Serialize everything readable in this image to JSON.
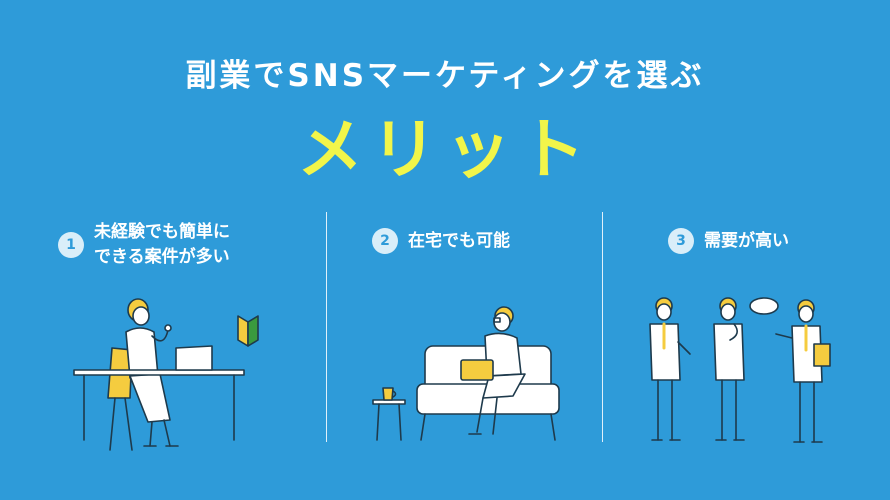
{
  "header": {
    "subtitle": "副業でSNSマーケティングを選ぶ",
    "title": "メリット"
  },
  "points": [
    {
      "number": "1",
      "line1": "未経験でも簡単に",
      "line2": "できる案件が多い"
    },
    {
      "number": "2",
      "line1": "在宅でも可能",
      "line2": ""
    },
    {
      "number": "3",
      "line1": "需要が高い",
      "line2": ""
    }
  ],
  "colors": {
    "background": "#2e9bd9",
    "accent": "#f2f54a",
    "figure_fill": "#ffffff",
    "figure_line": "#1e3a4c",
    "highlight": "#f5cc3f"
  },
  "icons": [
    "beginner-mark-icon",
    "laptop-icon",
    "coffee-cup-icon",
    "speech-bubble-icon",
    "folder-icon"
  ]
}
